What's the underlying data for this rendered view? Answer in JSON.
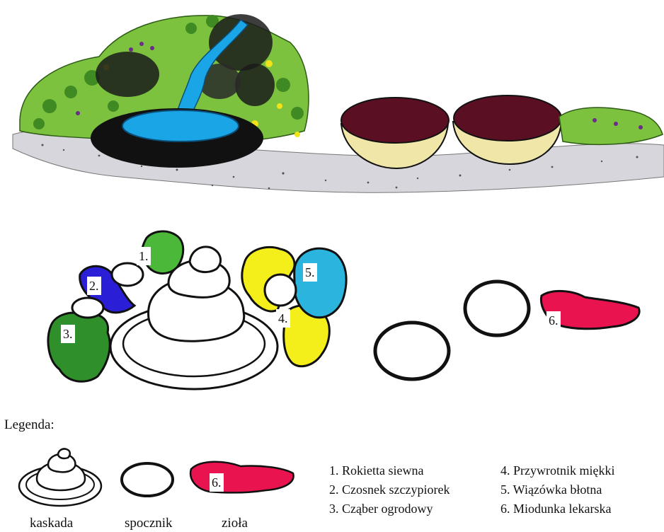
{
  "plan": {
    "markers": [
      "1.",
      "2.",
      "3.",
      "4.",
      "5.",
      "6."
    ]
  },
  "legend": {
    "title": "Legenda:",
    "symbols": [
      {
        "name": "kaskada"
      },
      {
        "name": "spocznik"
      },
      {
        "name": "zioła",
        "marker": "6."
      }
    ],
    "plants": [
      "1. Rokietta siewna",
      "2. Czosnek szczypiorek",
      "3. Cząber ogrodowy",
      "4. Przywrotnik miękki",
      "5. Wiązówka błotna",
      "6. Miodunka lekarska"
    ]
  },
  "colors": {
    "water": "#1aa6e6",
    "plant1": "#4bb83a",
    "plant2": "#2a1fd6",
    "plant3": "#2f8f2a",
    "plant4": "#f4ee1a",
    "plant5": "#2bb4dd",
    "plant6": "#e8134f",
    "bowl_soil": "#5a0f22",
    "bowl_rim": "#e8d35a",
    "gravel": "#cfcfd6"
  }
}
